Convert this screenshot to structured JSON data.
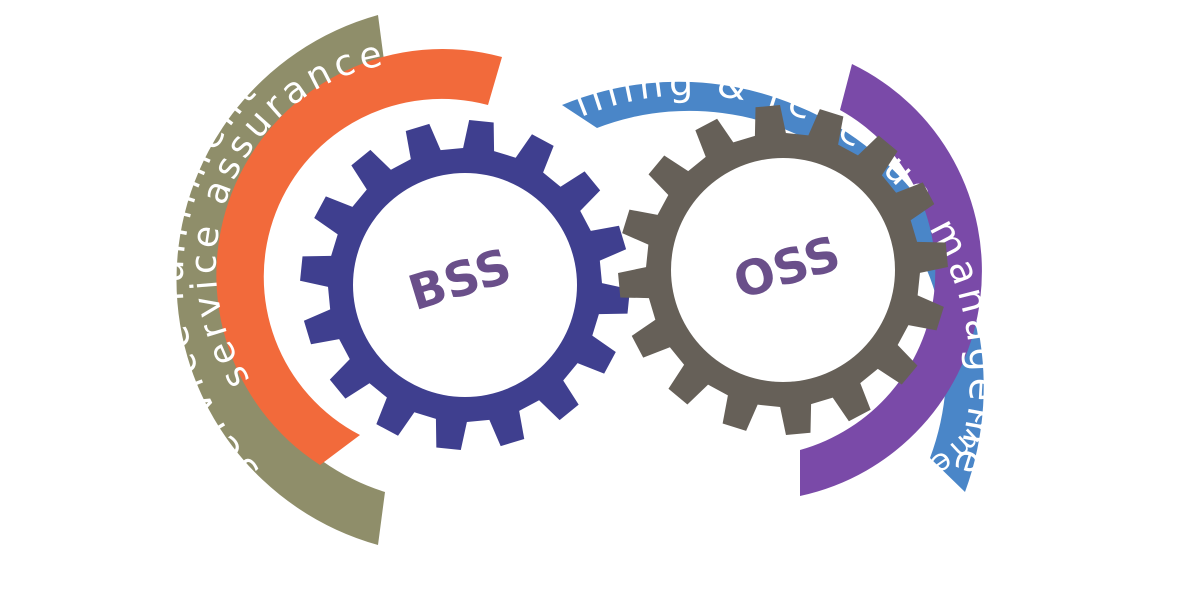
{
  "colors": {
    "background": "#ffffff",
    "service_fulfilment": "#8f8e6a",
    "service_assurance": "#f26a3b",
    "billing_revenue": "#4a86c8",
    "customer_management": "#7a4aa8",
    "bss_gear": "#3f3f8f",
    "oss_gear": "#666058",
    "gear_label": "#6a4f8a",
    "arc_text": "#ffffff"
  },
  "icons": {
    "bss_gear": "gear-icon",
    "oss_gear": "gear-icon"
  },
  "arcs": {
    "service_fulfilment": {
      "label": "service fulfilment"
    },
    "service_assurance": {
      "label": "service assurance"
    },
    "billing_revenue": {
      "label": "billing & revenue management"
    },
    "customer_management": {
      "label": "Customer management"
    }
  },
  "gears": {
    "bss": {
      "label": "BSS"
    },
    "oss": {
      "label": "OSS"
    }
  }
}
